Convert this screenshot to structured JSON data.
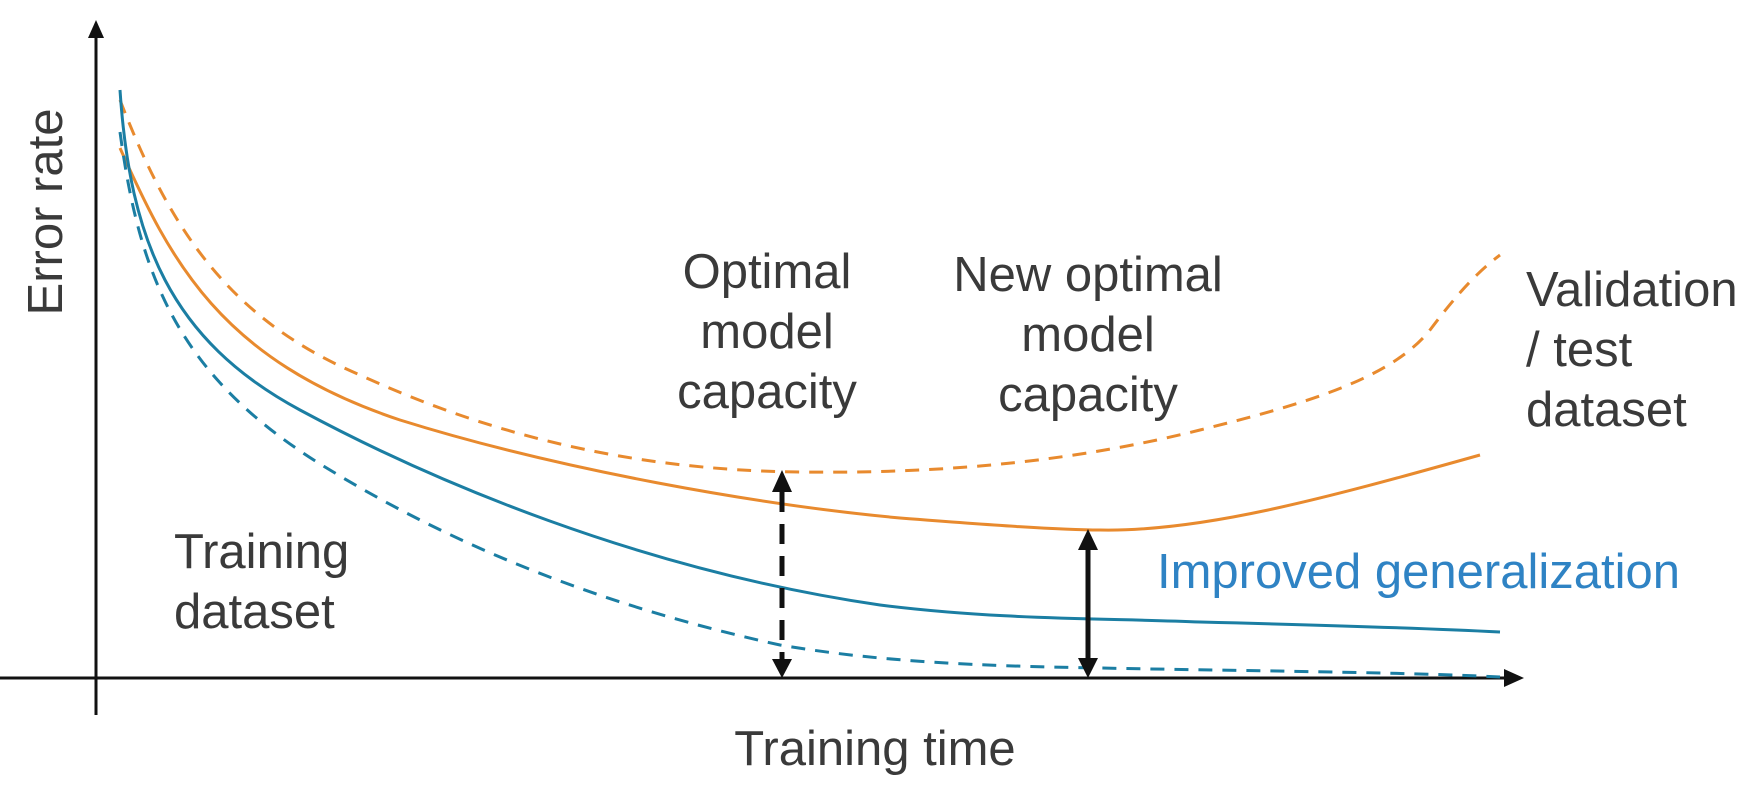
{
  "axes": {
    "xlabel": "Training time",
    "ylabel": "Error rate"
  },
  "annotations": {
    "optimal": [
      "Optimal",
      "model",
      "capacity"
    ],
    "new_optimal": [
      "New optimal",
      "model",
      "capacity"
    ],
    "validation": [
      "Validation",
      "/ test",
      "dataset"
    ],
    "training": [
      "Training",
      "dataset"
    ],
    "improved": "Improved generalization"
  },
  "colors": {
    "orange": "#e88a2e",
    "teal": "#1b7ea3",
    "axis": "#111111",
    "text": "#3a3a3a",
    "highlight": "#2f83c4"
  }
}
